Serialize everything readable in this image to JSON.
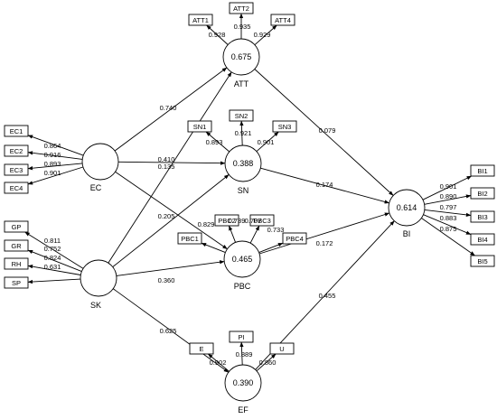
{
  "latents": {
    "ATT": {
      "name": "ATT",
      "value": "0.675"
    },
    "SN": {
      "name": "SN",
      "value": "0.388"
    },
    "PBC": {
      "name": "PBC",
      "value": "0.465"
    },
    "EF": {
      "name": "EF",
      "value": "0.390"
    },
    "BI": {
      "name": "BI",
      "value": "0.614"
    },
    "EC": {
      "name": "EC",
      "value": ""
    },
    "SK": {
      "name": "SK",
      "value": ""
    }
  },
  "paths": [
    {
      "from": "EC",
      "to": "ATT",
      "coef": "0.740"
    },
    {
      "from": "EC",
      "to": "SN",
      "coef": "0.410"
    },
    {
      "from": "EC",
      "to": "PBC",
      "coef": "0.135"
    },
    {
      "from": "SK",
      "to": "ATT",
      "coef": "0.205"
    },
    {
      "from": "SK",
      "to": "SN",
      "coef": ""
    },
    {
      "from": "SK",
      "to": "PBC",
      "coef": "0.360"
    },
    {
      "from": "SK",
      "to": "EF",
      "coef": "0.625"
    },
    {
      "from": "ATT",
      "to": "BI",
      "coef": "0.079"
    },
    {
      "from": "SN",
      "to": "BI",
      "coef": "0.174"
    },
    {
      "from": "PBC",
      "to": "BI",
      "coef": "0.172"
    },
    {
      "from": "EF",
      "to": "BI",
      "coef": "0.455"
    }
  ],
  "indicators": {
    "ATT": [
      {
        "label": "ATT1",
        "loading": "0.928"
      },
      {
        "label": "ATT2",
        "loading": "0.935"
      },
      {
        "label": "ATT4",
        "loading": "0.929"
      }
    ],
    "SN": [
      {
        "label": "SN1",
        "loading": "0.893"
      },
      {
        "label": "SN2",
        "loading": "0.921"
      },
      {
        "label": "SN3",
        "loading": "0.901"
      }
    ],
    "PBC": [
      {
        "label": "PBC1",
        "loading": "0.829"
      },
      {
        "label": "PBC2",
        "loading": "0.739"
      },
      {
        "label": "PBC3",
        "loading": "0.707"
      },
      {
        "label": "PBC4",
        "loading": "0.733"
      }
    ],
    "EF": [
      {
        "label": "E",
        "loading": "0.902"
      },
      {
        "label": "PI",
        "loading": "0.889"
      },
      {
        "label": "U",
        "loading": "0.860"
      }
    ],
    "EC": [
      {
        "label": "EC1",
        "loading": "0.864"
      },
      {
        "label": "EC2",
        "loading": "0.916"
      },
      {
        "label": "EC3",
        "loading": "0.893"
      },
      {
        "label": "EC4",
        "loading": "0.901"
      }
    ],
    "SK": [
      {
        "label": "GP",
        "loading": "0.811"
      },
      {
        "label": "GR",
        "loading": "0.752"
      },
      {
        "label": "RH",
        "loading": "0.824"
      },
      {
        "label": "SP",
        "loading": "0.631"
      }
    ],
    "BI": [
      {
        "label": "BI1",
        "loading": "0.901"
      },
      {
        "label": "BI2",
        "loading": "0.890"
      },
      {
        "label": "BI3",
        "loading": "0.797"
      },
      {
        "label": "BI4",
        "loading": "0.883"
      },
      {
        "label": "BI5",
        "loading": "0.875"
      }
    ]
  }
}
